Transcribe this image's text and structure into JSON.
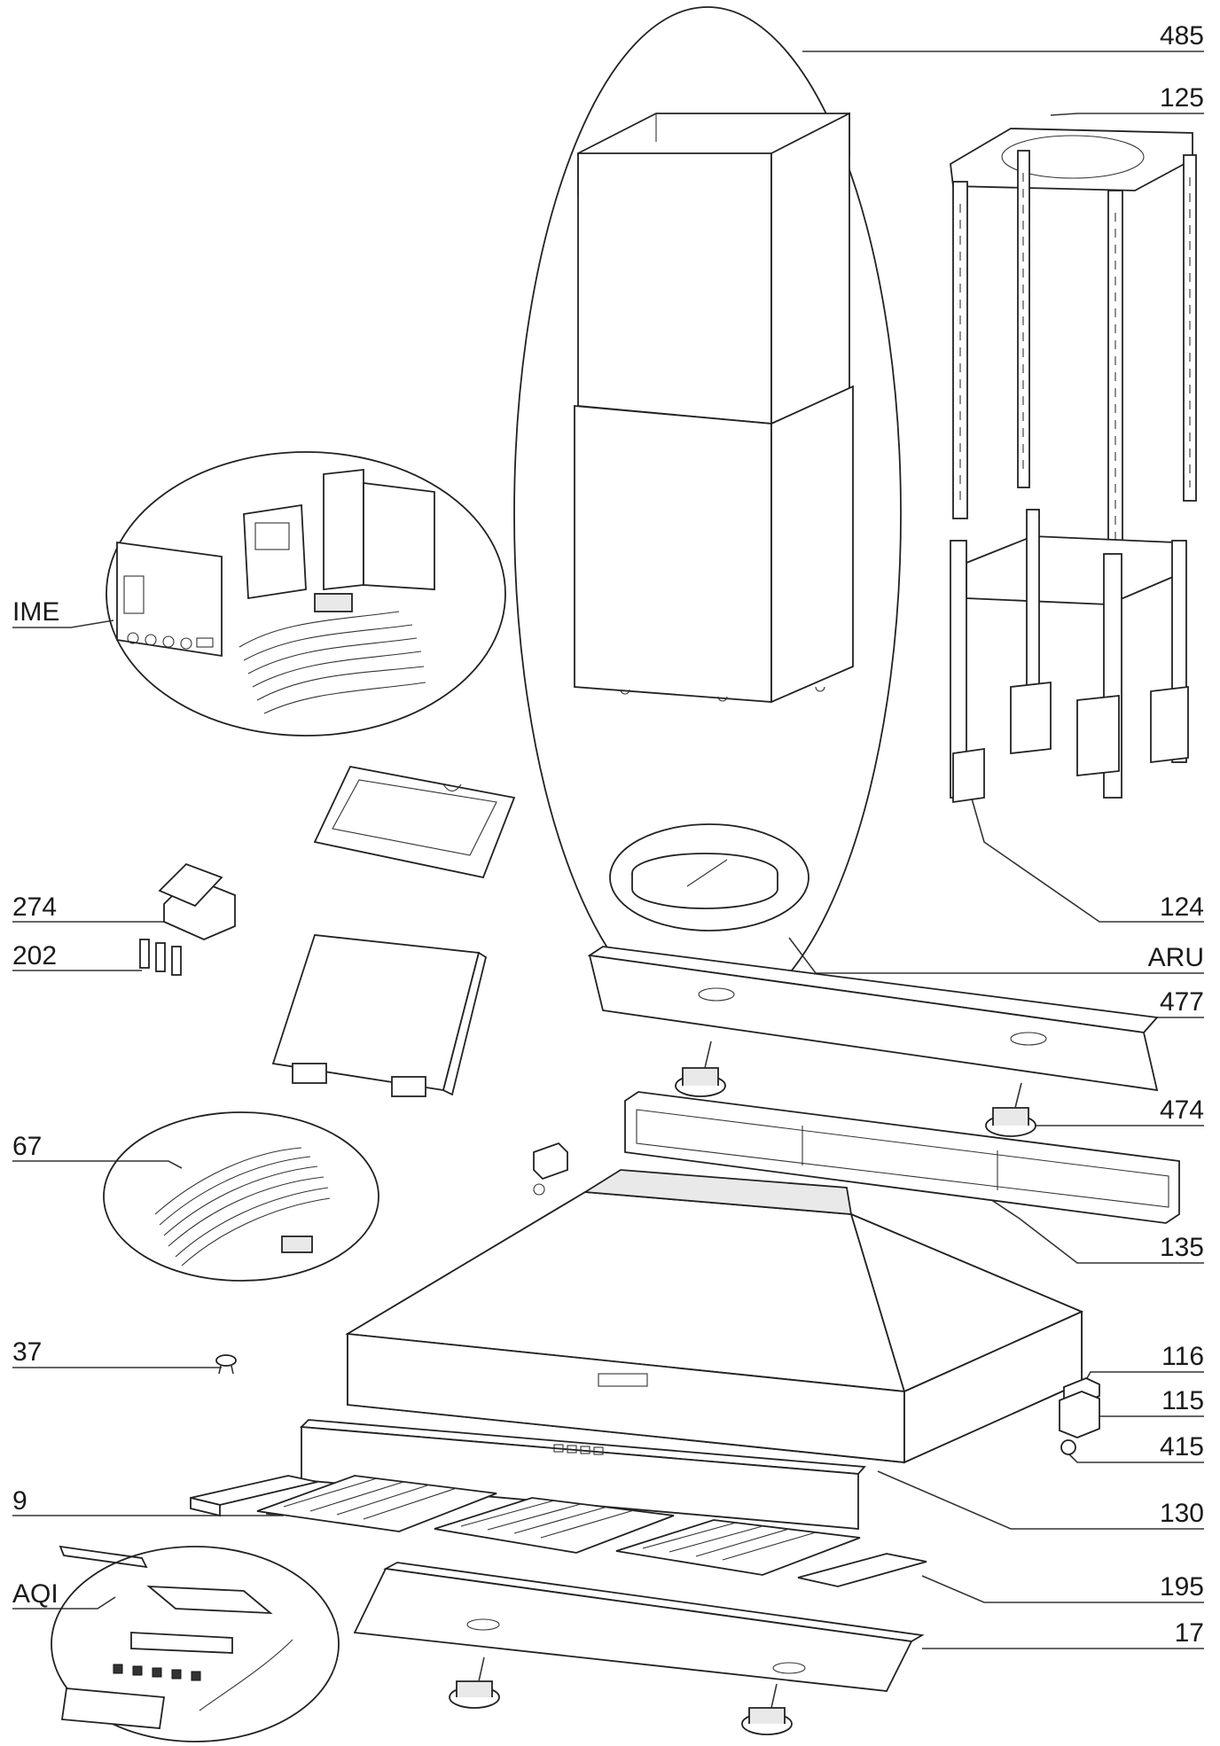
{
  "labels": {
    "l485": "485",
    "l125": "125",
    "lIME": "IME",
    "l124": "124",
    "l274": "274",
    "lARU": "ARU",
    "l202": "202",
    "l477": "477",
    "l67": "67",
    "l474": "474",
    "l135": "135",
    "l37": "37",
    "l116": "116",
    "l115": "115",
    "l415": "415",
    "l9": "9",
    "l130": "130",
    "lAQI": "AQI",
    "l195": "195",
    "l17": "17"
  }
}
